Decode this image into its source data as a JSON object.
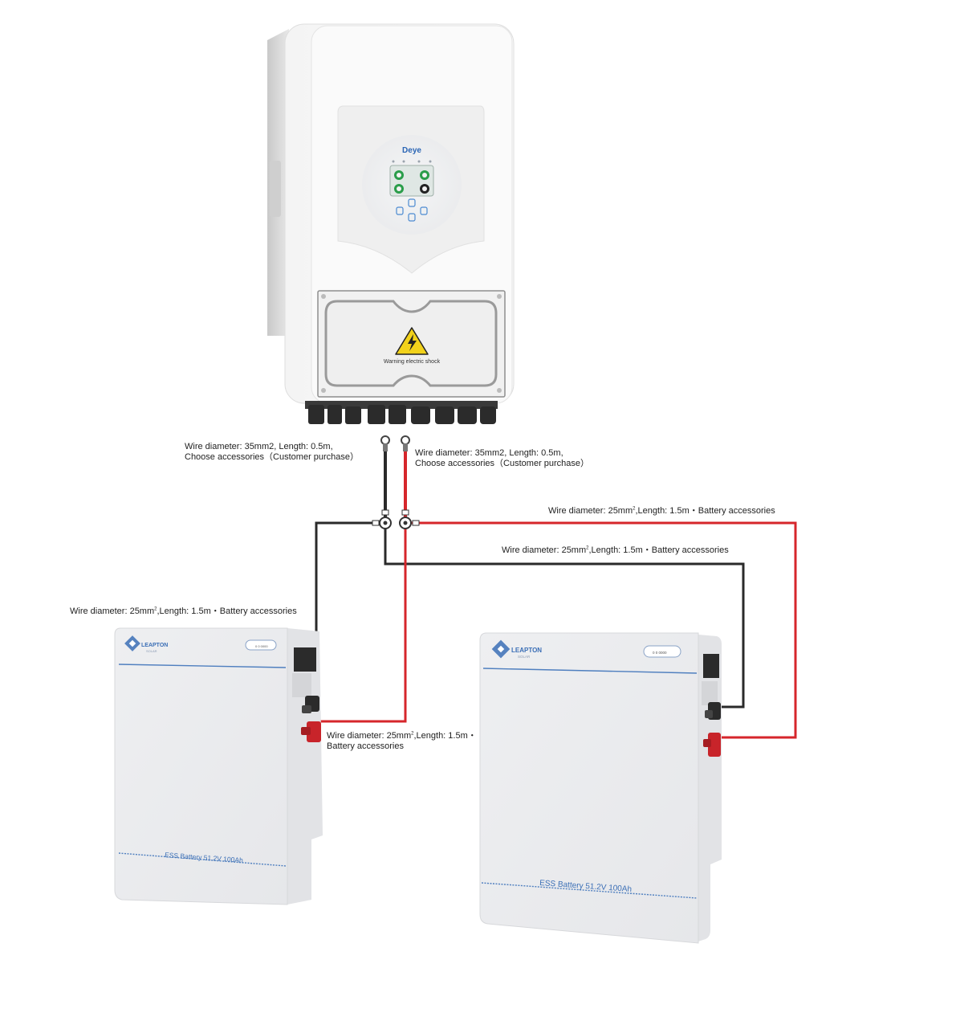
{
  "inverter": {
    "brand": "Deye",
    "warning_text": "Warning electric shock",
    "panel_indicators": [
      "",
      "",
      "",
      ""
    ]
  },
  "batteries": [
    {
      "brand": "LEAPTON",
      "brand_sub": "SOLAR",
      "model": "ESS  Battery  51.2V  100Ah",
      "switch_label": "0  0  0000"
    },
    {
      "brand": "LEAPTON",
      "brand_sub": "SOLAR",
      "model": "ESS  Battery  51.2V  100Ah",
      "switch_label": "0  0  0000"
    }
  ],
  "labels": {
    "inverter_black": {
      "line1": "Wire diameter: 35mm2, Length: 0.5m,",
      "line2": "Choose accessories（Customer purchase）"
    },
    "inverter_red": {
      "line1": "Wire diameter: 35mm2, Length: 0.5m,",
      "line2": "Choose accessories（Customer purchase）"
    },
    "red_to_battery2": {
      "pre": "Wire diameter: 25mm",
      "sup": "2",
      "post": ",Length: 1.5m・Battery accessories"
    },
    "black_to_battery2": {
      "pre": "Wire diameter: 25mm",
      "sup": "2",
      "post": ",Length: 1.5m・Battery accessories"
    },
    "black_to_battery1": {
      "pre": "Wire diameter: 25mm",
      "sup": "2",
      "post": ",Length: 1.5m・Battery accessories"
    },
    "red_to_battery1": {
      "pre": "Wire diameter: 25mm",
      "sup": "2",
      "post": ",Length: 1.5m・",
      "line2": "Battery accessories"
    }
  },
  "colors": {
    "positive_wire": "#d6262b",
    "negative_wire": "#2a2a2a",
    "accent_blue": "#3b6fb6",
    "warning_yellow": "#f2d21b"
  }
}
